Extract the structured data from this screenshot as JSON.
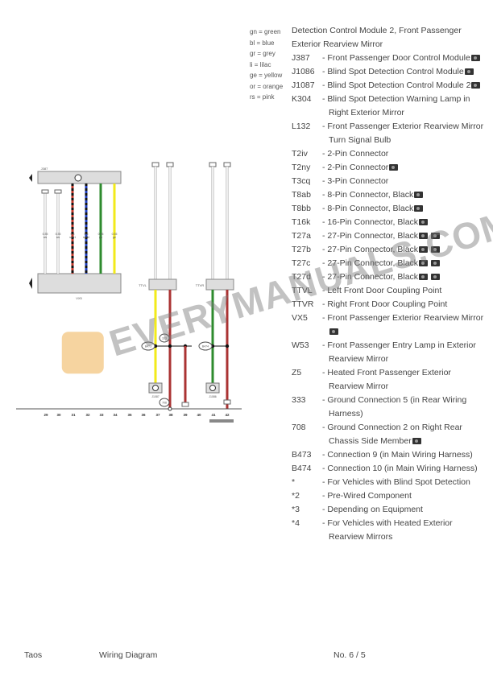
{
  "color_key": [
    {
      "abbr": "gn",
      "name": "green"
    },
    {
      "abbr": "bl",
      "name": "blue"
    },
    {
      "abbr": "gr",
      "name": "grey"
    },
    {
      "abbr": "li",
      "name": "lilac"
    },
    {
      "abbr": "ge",
      "name": "yellow"
    },
    {
      "abbr": "or",
      "name": "orange"
    },
    {
      "abbr": "rs",
      "name": "pink"
    }
  ],
  "legend": {
    "header_lines": [
      "Detection Control Module 2, Front Passenger",
      "Exterior Rearview Mirror"
    ],
    "entries": [
      {
        "code": "J387",
        "desc": "- Front Passenger Door Control Module",
        "cam": 1
      },
      {
        "code": "J1086",
        "desc": "- Blind Spot Detection Control Module",
        "cam": 1
      },
      {
        "code": "J1087",
        "desc": "- Blind Spot Detection Control Module 2",
        "cam": 1
      },
      {
        "code": "K304",
        "desc": "- Blind Spot Detection Warning Lamp in Right Exterior Mirror",
        "cam": 0
      },
      {
        "code": "L132",
        "desc": "- Front Passenger Exterior Rearview Mirror Turn Signal Bulb",
        "cam": 0
      },
      {
        "code": "T2iv",
        "desc": "- 2-Pin Connector",
        "cam": 0
      },
      {
        "code": "T2ny",
        "desc": "- 2-Pin Connector",
        "cam": 1
      },
      {
        "code": "T3cq",
        "desc": "- 3-Pin Connector",
        "cam": 0
      },
      {
        "code": "T8ab",
        "desc": "- 8-Pin Connector, Black",
        "cam": 1
      },
      {
        "code": "T8bb",
        "desc": "- 8-Pin Connector, Black",
        "cam": 1
      },
      {
        "code": "T16k",
        "desc": "- 16-Pin Connector, Black",
        "cam": 1
      },
      {
        "code": "T27a",
        "desc": "- 27-Pin Connector, Black",
        "cam": 2
      },
      {
        "code": "T27b",
        "desc": "- 27-Pin Connector, Black",
        "cam": 2
      },
      {
        "code": "T27c",
        "desc": "- 27-Pin Connector, Black",
        "cam": 2
      },
      {
        "code": "T27d",
        "desc": "- 27-Pin Connector, Black",
        "cam": 2
      },
      {
        "code": "TTVL",
        "desc": "- Left Front Door Coupling Point",
        "cam": 0
      },
      {
        "code": "TTVR",
        "desc": "- Right Front Door Coupling Point",
        "cam": 0
      },
      {
        "code": "VX5",
        "desc": "- Front Passenger Exterior Rearview Mirror",
        "cam": 1
      },
      {
        "code": "W53",
        "desc": "- Front Passenger Entry Lamp in Exterior Rearview Mirror",
        "cam": 0
      },
      {
        "code": "Z5",
        "desc": "- Heated Front Passenger Exterior Rearview Mirror",
        "cam": 0
      },
      {
        "code": "333",
        "desc": "- Ground Connection 5 (in Rear Wiring Harness)",
        "cam": 0
      },
      {
        "code": "708",
        "desc": "- Ground Connection 2 on Right Rear Chassis Side Member",
        "cam": 1
      },
      {
        "code": "B473",
        "desc": "- Connection 9 (in Main Wiring Harness)",
        "cam": 0
      },
      {
        "code": "B474",
        "desc": "- Connection 10 (in Main Wiring Harness)",
        "cam": 0
      },
      {
        "code": "*",
        "desc": "- For Vehicles with Blind Spot Detection",
        "cam": 0
      },
      {
        "code": "*2",
        "desc": "- Pre-Wired Component",
        "cam": 0
      },
      {
        "code": "*3",
        "desc": "- Depending on Equipment",
        "cam": 0
      },
      {
        "code": "*4",
        "desc": "- For Vehicles with Heated Exterior Rearview Mirrors",
        "cam": 0
      }
    ]
  },
  "diagram": {
    "module_top": "J387",
    "module_bottom": "VX5",
    "bottom_components": [
      "J1087",
      "J1086"
    ],
    "coupling_left": "TTVL",
    "coupling_right": "TTVR",
    "splice_left": "B473",
    "splice_right": "B474",
    "ground_top": "333",
    "ground_bottom": "708",
    "column_numbers": [
      "29",
      "30",
      "31",
      "32",
      "33",
      "34",
      "35",
      "36",
      "37",
      "38",
      "39",
      "40",
      "41",
      "42"
    ],
    "wire_sizes": [
      "0.35",
      "0.35",
      "0.5",
      "0.5",
      "0.35",
      "0.35"
    ],
    "wire_colors": [
      "ws",
      "ws",
      "sw/rt",
      "sw/bl",
      "gn",
      "ge"
    ],
    "wire_hex": {
      "red": "#c0392b",
      "dark_red": "#a33",
      "blue": "#1f3fbf",
      "green": "#2e8b2e",
      "yellow": "#f2ea1a",
      "grey": "#d8d8d8",
      "black": "#111"
    }
  },
  "watermark": "EVERYMANUALS.COM",
  "footer": {
    "model": "Taos",
    "type": "Wiring Diagram",
    "page": "No.  6 / 5"
  }
}
